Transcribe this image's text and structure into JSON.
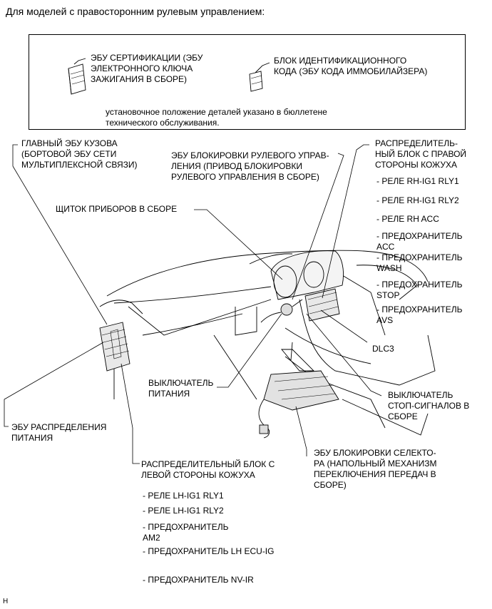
{
  "title": "Для моделей с правосторонним рулевым управлением:",
  "legend": {
    "certification_ecu": "ЭБУ СЕРТИФИКАЦИИ (ЭБУ\nЭЛЕКТРОННОГО КЛЮЧА\nЗАЖИГАНИЯ В СБОРЕ)",
    "id_code_box": "БЛОК ИДЕНТИФИКАЦИОННОГО\nКОДА (ЭБУ КОДА ИММОБИЛАЙЗЕРА)",
    "note": "установочное положение деталей указано в бюллетене\nтехнического обслуживания."
  },
  "labels": {
    "main_body_ecu": "ГЛАВНЫЙ ЭБУ КУЗОВА\n(БОРТОВОЙ ЭБУ СЕТИ\nМУЛЬТИПЛЕКСНОЙ СВЯЗИ)",
    "steering_lock_ecu": "ЭБУ БЛОКИРОВКИ РУЛЕВОГО УПРАВ-\nЛЕНИЯ (ПРИВОД БЛОКИРОВКИ\nРУЛЕВОГО УПРАВЛЕНИЯ В СБОРЕ)",
    "instrument_panel": "ЩИТОК ПРИБОРОВ В СБОРЕ",
    "rh_junction_block": "РАСПРЕДЕЛИТЕЛЬ-\nНЫЙ БЛОК С ПРАВОЙ\nСТОРОНЫ КОЖУХА",
    "rh_items": [
      "- РЕЛЕ RH-IG1 RLY1",
      "- РЕЛЕ RH-IG1 RLY2",
      "- РЕЛЕ RH ACC",
      "- ПРЕДОХРАНИТЕЛЬ\nACC",
      "- ПРЕДОХРАНИТЕЛЬ\nWASH",
      "- ПРЕДОХРАНИТЕЛЬ\nSTOP",
      "- ПРЕДОХРАНИТЕЛЬ\nAVS"
    ],
    "dlc3": "DLC3",
    "power_switch": "ВЫКЛЮЧАТЕЛЬ\nПИТАНИЯ",
    "stop_light_switch": "ВЫКЛЮЧАТЕЛЬ\nСТОП-СИГНАЛОВ В\nСБОРЕ",
    "power_distribution_ecu": "ЭБУ РАСПРЕДЕЛЕНИЯ\nПИТАНИЯ",
    "shift_lock_ecu": "ЭБУ БЛОКИРОВКИ СЕЛЕКТО-\nРА (НАПОЛЬНЫЙ МЕХАНИЗМ\nПЕРЕКЛЮЧЕНИЯ ПЕРЕДАЧ В\nСБОРЕ)",
    "lh_junction_block": "РАСПРЕДЕЛИТЕЛЬНЫЙ БЛОК С\nЛЕВОЙ СТОРОНЫ КОЖУХА",
    "lh_items": [
      "- РЕЛЕ LH-IG1 RLY1",
      "- РЕЛЕ LH-IG1 RLY2",
      "- ПРЕДОХРАНИТЕЛЬ\nAM2",
      "- ПРЕДОХРАНИТЕЛЬ LH ECU-IG",
      "- ПРЕДОХРАНИТЕЛЬ NV-IR"
    ]
  },
  "corner_mark": "H"
}
